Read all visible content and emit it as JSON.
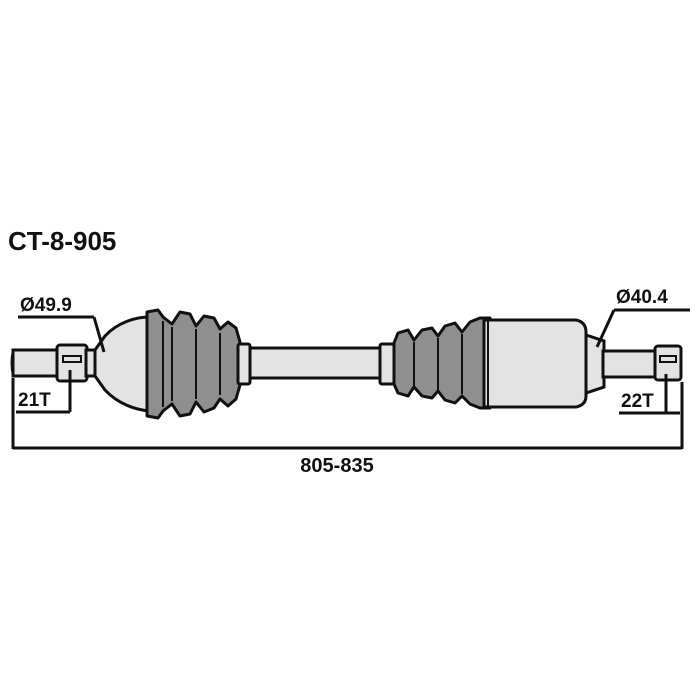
{
  "part_number": "CT-8-905",
  "labels": {
    "outer_diameter": "Ø49.9",
    "inner_diameter": "Ø40.4",
    "outer_splines": "21T",
    "inner_splines": "22T",
    "overall_length": "805-835"
  },
  "colors": {
    "stroke": "#111111",
    "boot_fill": "#8f8f8f",
    "metal_fill": "#e3e3e3",
    "background": "#ffffff"
  }
}
